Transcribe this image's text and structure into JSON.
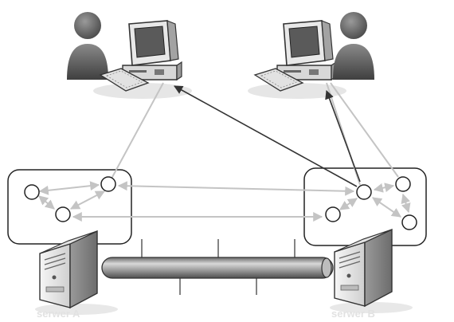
{
  "servers": [
    {
      "id": "a",
      "label": "serwer A"
    },
    {
      "id": "b",
      "label": "serwer B"
    }
  ],
  "icons": {
    "user": "user-icon",
    "computer": "desktop-computer-icon",
    "server": "server-tower-icon",
    "network_bus": "network-bus-icon"
  },
  "colors": {
    "node_link": "#c4c4c4",
    "request_arrow": "#3a3a3a",
    "outline": "#222222",
    "server_label": "#e2e2e2"
  }
}
